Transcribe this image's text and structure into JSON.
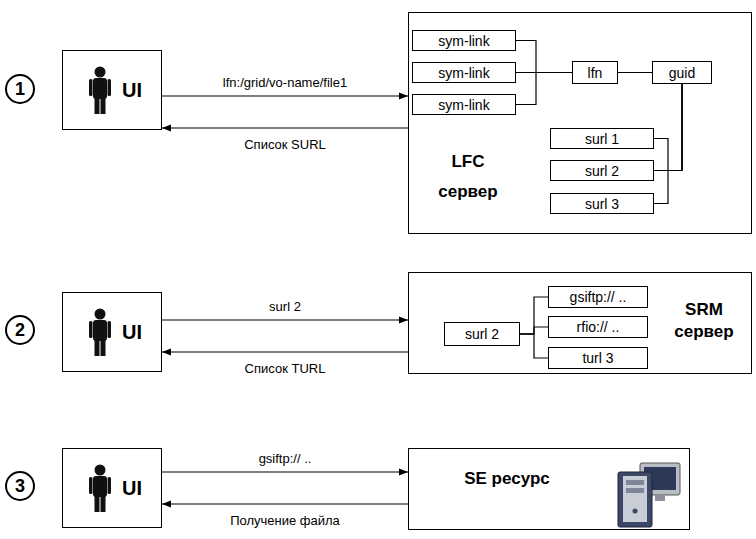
{
  "diagram": {
    "nodes": [
      {
        "text": [
          "1"
        ]
      },
      {
        "text": [
          "UI"
        ]
      },
      {
        "text": [
          "LFC сервер"
        ]
      },
      {
        "text": [
          "sym-link"
        ],
        "in": 2
      },
      {
        "text": [
          "sym-link"
        ],
        "in": 2
      },
      {
        "text": [
          "sym-link"
        ],
        "in": 2
      },
      {
        "text": [
          "lfn"
        ],
        "in": 2
      },
      {
        "text": [
          "guid"
        ],
        "in": 2
      },
      {
        "text": [
          "surl 1"
        ],
        "in": 2
      },
      {
        "text": [
          "surl 2"
        ],
        "in": 2
      },
      {
        "text": [
          "surl 3"
        ],
        "in": 2
      },
      {
        "text": [
          "2"
        ]
      },
      {
        "text": [
          "UI"
        ]
      },
      {
        "text": [
          "SRM сервер"
        ]
      },
      {
        "text": [
          "surl 2"
        ],
        "in": 13
      },
      {
        "text": [
          "gsiftp:// .."
        ],
        "in": 13
      },
      {
        "text": [
          "rfio:// .."
        ],
        "in": 13
      },
      {
        "text": [
          "turl 3"
        ],
        "in": 13
      },
      {
        "text": [
          "3"
        ]
      },
      {
        "text": [
          "UI"
        ]
      },
      {
        "text": [
          "SE ресурс"
        ]
      }
    ],
    "edges": [
      {
        "from": 1,
        "to": 2,
        "arrow": "to",
        "label": "lfn:/grid/vo-name/file1"
      },
      {
        "from": 2,
        "to": 1,
        "arrow": "to",
        "label": "Список SURL"
      },
      {
        "from": 3,
        "to": 6,
        "arrow": "none"
      },
      {
        "from": 4,
        "to": 6,
        "arrow": "none"
      },
      {
        "from": 5,
        "to": 6,
        "arrow": "none"
      },
      {
        "from": 6,
        "to": 7,
        "arrow": "none"
      },
      {
        "from": 7,
        "to": 8,
        "arrow": "none"
      },
      {
        "from": 7,
        "to": 9,
        "arrow": "none"
      },
      {
        "from": 7,
        "to": 10,
        "arrow": "none"
      },
      {
        "from": 12,
        "to": 13,
        "arrow": "to",
        "label": "surl 2"
      },
      {
        "from": 13,
        "to": 12,
        "arrow": "to",
        "label": "Список TURL"
      },
      {
        "from": 14,
        "to": 15,
        "arrow": "none"
      },
      {
        "from": 14,
        "to": 16,
        "arrow": "none"
      },
      {
        "from": 14,
        "to": 17,
        "arrow": "none"
      },
      {
        "from": 19,
        "to": 20,
        "arrow": "to",
        "label": "gsiftp:// .."
      },
      {
        "from": 20,
        "to": 19,
        "arrow": "to",
        "label": "Получение файла"
      }
    ]
  }
}
